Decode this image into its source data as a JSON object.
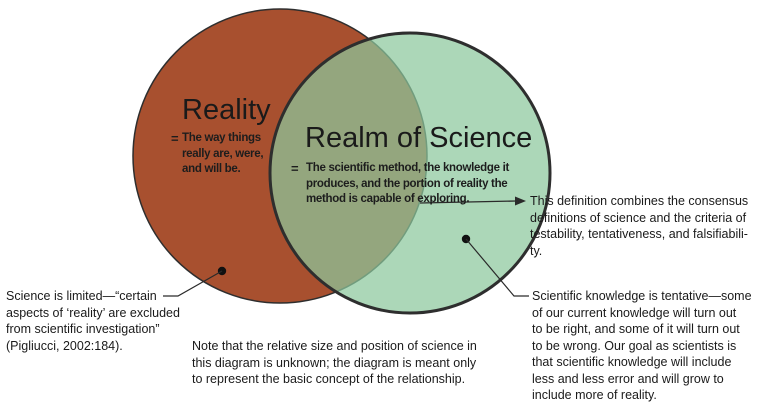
{
  "reality": {
    "title": "Reality",
    "definition": "The way things\nreally are, were,\nand will be.",
    "color": "#a8502f"
  },
  "science": {
    "title": "Realm of Science",
    "definition": "The scientific method, the knowledge it\nproduces, and the portion of reality the\nmethod is capable of exploring.",
    "color": "#8cc89c"
  },
  "equals_symbol": "=",
  "annotations": {
    "definition_note": "This definition combines the consensus\ndefinitions of science and the criteria of\ntestability, tentativeness, and falsifiabili-\nty.",
    "limited_note": "Science is limited—“certain\naspects of ‘reality’ are excluded\nfrom scientific investigation”\n(Pigliucci, 2002:184).",
    "tentative_note": "Scientific knowledge is tentative—some\nof our current knowledge will turn out\nto be right, and some of it will turn out\nto be wrong.  Our goal as scientists is\nthat scientific knowledge will include\nless and less error and will grow to\ninclude more of reality.",
    "size_note": "Note that the relative size and position of science in\nthis diagram is unknown; the diagram is meant only\nto represent the basic concept of the relationship."
  }
}
